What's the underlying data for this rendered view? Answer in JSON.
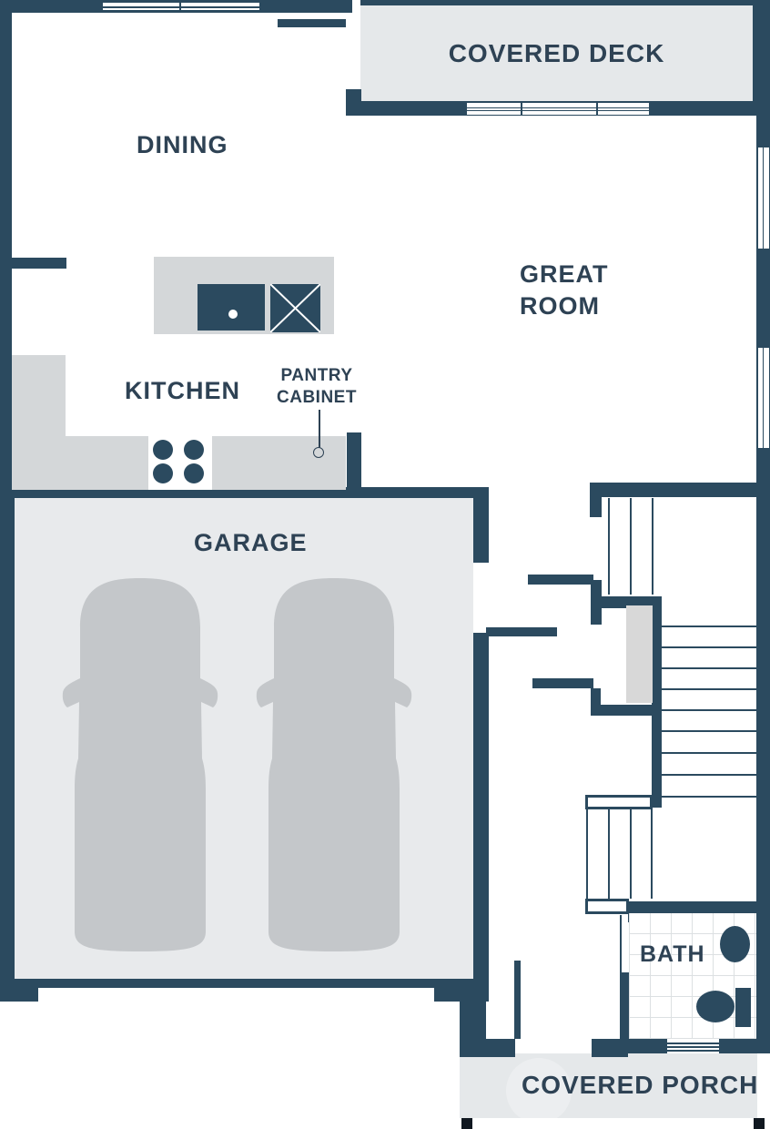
{
  "page": {
    "type": "residential floor plan, main level"
  },
  "colors": {
    "wall": "#2b4a5f",
    "text": "#2e4254",
    "deck": "#e5e8ea",
    "garage": "#e8eaec",
    "counter": "#d4d7d9",
    "car": "#c4c7ca",
    "landing": "#d8d8d8",
    "tile": "#dce0e2",
    "post": "#101820"
  },
  "rooms": {
    "covered_deck": {
      "label": "COVERED DECK"
    },
    "dining": {
      "label": "DINING"
    },
    "great_room": {
      "line1": "GREAT",
      "line2": "ROOM"
    },
    "kitchen": {
      "label": "KITCHEN"
    },
    "garage": {
      "label": "GARAGE"
    },
    "bath": {
      "label": "BATH"
    },
    "covered_porch": {
      "label": "COVERED PORCH"
    }
  },
  "annotations": {
    "pantry_cabinet": {
      "line1": "PANTRY",
      "line2": "CABINET"
    }
  },
  "fixtures": {
    "island_sink": "kitchen island sink with faucet dot",
    "island_hatch": "hatched pantry cabinet box on island",
    "stove": "4-burner cooktop",
    "bath_sink": "oval basin",
    "toilet": "toilet with tank",
    "cars": "two car silhouettes in garage",
    "stairs": "staircase with tread lines and landing",
    "windows": "glazing shown as parallel lines"
  }
}
